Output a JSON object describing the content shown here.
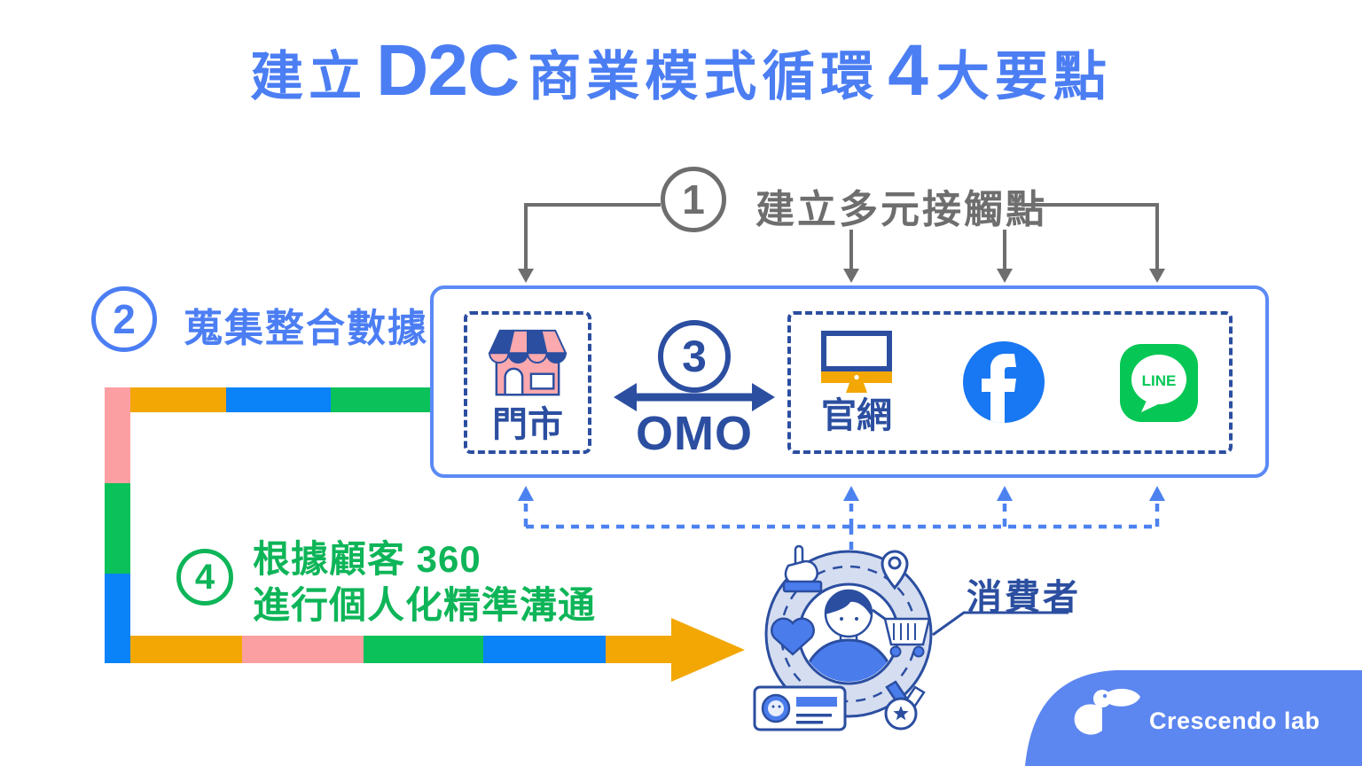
{
  "title": {
    "prefix": "建立",
    "d2c": "D2C",
    "middle": "商業模式循環",
    "four": "4",
    "suffix": "大要點"
  },
  "step1": {
    "number": "1",
    "label": "建立多元接觸點"
  },
  "step2": {
    "number": "2",
    "label": "蒐集整合數據"
  },
  "step3": {
    "number": "3",
    "omo": "OMO"
  },
  "step4": {
    "number": "4",
    "line1": "根據顧客 360",
    "line2": "進行個人化精準溝通"
  },
  "channels": {
    "store": "門市",
    "website": "官網",
    "line_text": "LINE"
  },
  "consumer": {
    "label": "消費者"
  },
  "footer": {
    "brand": "Crescendo lab"
  },
  "colors": {
    "primary_blue": "#4C7EF3",
    "navy": "#2B4EA0",
    "gray": "#6E6E6E",
    "green": "#0EB558",
    "facebook_blue": "#1877F2",
    "line_green": "#06C755",
    "path_pink": "#FB9FA3",
    "path_orange": "#F2A705",
    "path_blue": "#0A82F8",
    "path_green": "#0AC15A",
    "footer_blue": "#5C86F0",
    "ring_fill": "#D5DDF1",
    "person_blue": "#4A7CEC"
  }
}
